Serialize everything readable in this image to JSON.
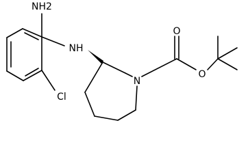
{
  "structure": {
    "atom_labels": {
      "amine_nh2": "NH2",
      "amine_nh": "NH",
      "chloro": "Cl",
      "ring_nitrogen": "N",
      "carbonyl_oxygen": "O",
      "ester_oxygen": "O"
    }
  },
  "colors": {
    "bond": "#000000",
    "text": "#000000",
    "background": "#ffffff"
  }
}
